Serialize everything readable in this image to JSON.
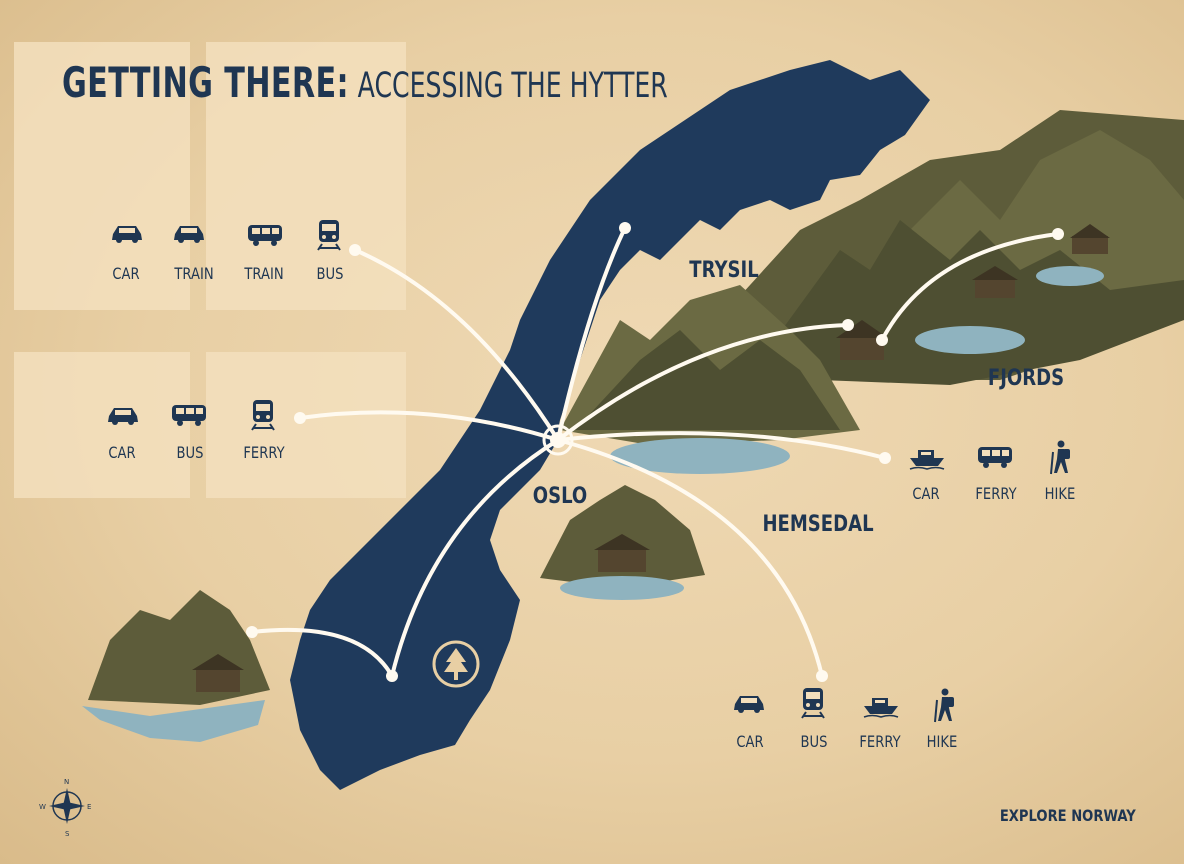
{
  "title": {
    "main": "GETTING THERE:",
    "sub": "ACCESSING THE HYTTER"
  },
  "places": {
    "trysil": "TRYSIL",
    "fjords": "FJORDS",
    "oslo": "OSLO",
    "hemsedal": "HEMSEDAL"
  },
  "groups": {
    "top_left": {
      "modes": [
        "CAR",
        "TRAIN",
        "TRAIN",
        "BUS"
      ],
      "icons": [
        "car-icon",
        "car-icon",
        "bus-icon",
        "train-icon"
      ]
    },
    "mid_left": {
      "modes": [
        "CAR",
        "BUS",
        "FERRY"
      ],
      "icons": [
        "car-icon",
        "bus-icon",
        "train-icon"
      ]
    },
    "right": {
      "modes": [
        "CAR",
        "FERRY",
        "HIKE"
      ],
      "icons": [
        "ship-icon",
        "bus-icon",
        "hiker-icon"
      ]
    },
    "bottom": {
      "modes": [
        "CAR",
        "BUS",
        "FERRY",
        "HIKE"
      ],
      "icons": [
        "car-icon",
        "train-icon",
        "ship-icon",
        "hiker-icon"
      ]
    }
  },
  "compass": {
    "n": "N",
    "s": "S",
    "e": "E",
    "w": "W"
  },
  "footer": "EXPLORE NORWAY",
  "colors": {
    "navy": "#1f3652",
    "olive": "#5f5e3a",
    "water": "#8fb3bf",
    "paper": "#ecd6ae"
  }
}
